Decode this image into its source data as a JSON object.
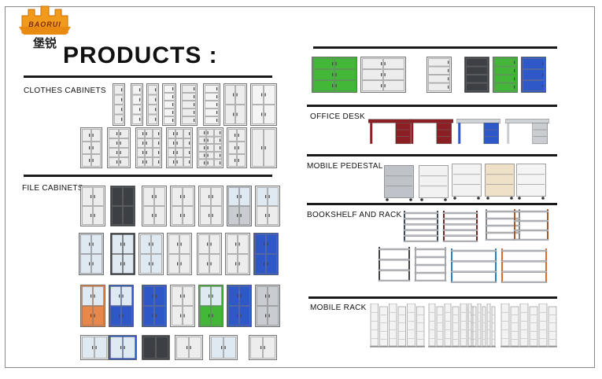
{
  "brand": {
    "name_en": "BAORUI",
    "name_cn": "堡锐",
    "accent": "#f29a1c"
  },
  "page_title": "PRODUCTS :",
  "sections": {
    "clothes_cabinets": "CLOTHES  CABINETS",
    "file_cabinets": "FILE CABINETS",
    "office_desk": "OFFICE DESK",
    "mobile_pedestal": "MOBILE PEDESTAL",
    "bookshelf_and_rack": "BOOKSHELF AND RACK",
    "mobile_rack": "MOBILE RACK"
  },
  "colors": {
    "grey": "#c9ccd0",
    "white": "#ededed",
    "dark": "#3c3f44",
    "blue": "#2e58c8",
    "green": "#43b838",
    "orange": "#e8874a",
    "wood": "#a05a2c",
    "red": "#8c1f24",
    "rackblue": "#2d7fc4",
    "rackorange": "#e06a2a"
  }
}
